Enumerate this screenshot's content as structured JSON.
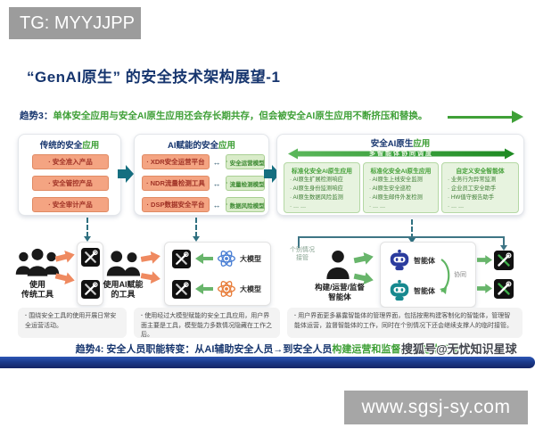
{
  "colors": {
    "navy": "#16356e",
    "green": "#3fa037",
    "teal_arrow": "#156f80",
    "orange_pill_bg": "#f4a482",
    "orange_pill_text": "#a03226",
    "green_pill_bg": "#d9ecc9",
    "green_pill_text": "#3e8a33",
    "bar_blue": "#1b3a8c",
    "badge_gray": "#9c9c9c"
  },
  "header": {
    "tg_badge": "TG: MYYJJPP",
    "title": "“GenAI原生” 的安全技术架构展望-1"
  },
  "trend3": {
    "label": "趋势3：",
    "text": "单体安全应用与安全AI原生应用还会存长期共存，但会被安全AI原生应用不断挤压和替换。"
  },
  "panel1": {
    "title_main": "传统的安全",
    "title_accent": "应用",
    "items": [
      "安全准入产品",
      "安全管控产品",
      "安全审计产品"
    ]
  },
  "panel2": {
    "title_main": "AI赋能的安全",
    "title_accent": "应用",
    "link_arrow": "↔",
    "rows": [
      {
        "tool": "XDR安全运营平台",
        "model": "安全运营模型"
      },
      {
        "tool": "NDR流量检测工具",
        "model": "流量检测模型"
      },
      {
        "tool": "DSP数据安全平台",
        "model": "数据风险模型"
      }
    ]
  },
  "panel3": {
    "title_main": "安全AI原生",
    "title_accent": "应用",
    "banner": "多智能体协同调度",
    "groups": [
      {
        "title": "标准化安全AI原生应用",
        "items": [
          "AI原生扩展检测响应",
          "AI原生身份监测响应",
          "AI原生数据风险监测",
          "… …"
        ]
      },
      {
        "title": "标准化安全AI原生应用",
        "items": [
          "AI原生上线安全监测",
          "AI原生安全巡检",
          "AI原生邮件外发检测",
          "… …"
        ]
      },
      {
        "title": "自定义安全智能体",
        "items": [
          "业务行为异常监测",
          "企业员工安全助手",
          "HW值守报告助手",
          "… …"
        ]
      }
    ]
  },
  "flow1": {
    "actor_line1": "使用",
    "actor_line2": "传统工具",
    "note": "围绕安全工具的使用开展日常安全运营活动。"
  },
  "flow2": {
    "actor_line1": "使用AI赋能",
    "actor_line2": "的工具",
    "model_label": "大模型",
    "note": "使用经过大模型赋能的安全工具应用，用户界面主要是工具，模型能力多数情况隐藏在工作之后。"
  },
  "flow3": {
    "takeover_line1": "个别情况",
    "takeover_line2": "接管",
    "actor_line1": "构建/运营/监督",
    "actor_line2": "智能体",
    "agent_label": "智能体",
    "collab_label": "协同",
    "note": "用户界面更多暴露智能体的管理界面，包括按需构建客制化的智能体，管理智能体运营，监督智能体的工作，同时在个别情况下还会继续支撑人的临时接管。"
  },
  "trend4": {
    "label": "趋势4: ",
    "text_main": "安全人员职能转变：从AI辅助安全人员→到安全人员",
    "text_accent": "构建运营和监督AI智能体工作"
  },
  "footer": {
    "watermark": "搜狐号@无忧知识星球",
    "site": "www.sgsj-sy.com"
  }
}
